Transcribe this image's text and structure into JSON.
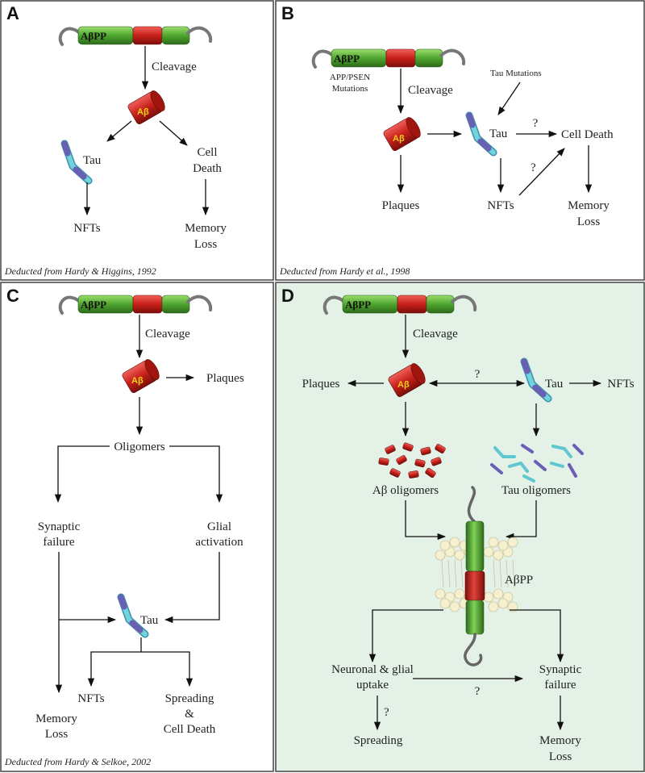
{
  "panels": {
    "A": {
      "letter": "A",
      "citation": "Deducted from Hardy & Higgins, 1992",
      "labels": {
        "cleavage": "Cleavage",
        "tau": "Tau",
        "cell_death_1": "Cell",
        "cell_death_2": "Death",
        "nfts": "NFTs",
        "memory_1": "Memory",
        "memory_2": "Loss"
      }
    },
    "B": {
      "letter": "B",
      "citation": "Deducted from Hardy et al., 1998",
      "labels": {
        "mut_1": "APP/PSEN",
        "mut_2": "Mutations",
        "cleavage": "Cleavage",
        "tau_mutations": "Tau Mutations",
        "tau": "Tau",
        "q1": "?",
        "q2": "?",
        "cell_death": "Cell Death",
        "plaques": "Plaques",
        "nfts": "NFTs",
        "memory_1": "Memory",
        "memory_2": "Loss"
      }
    },
    "C": {
      "letter": "C",
      "citation": "Deducted from Hardy & Selkoe, 2002",
      "labels": {
        "cleavage": "Cleavage",
        "plaques": "Plaques",
        "oligomers": "Oligomers",
        "syn_1": "Synaptic",
        "syn_2": "failure",
        "glial_1": "Glial",
        "glial_2": "activation",
        "tau": "Tau",
        "nfts": "NFTs",
        "spread_1": "Spreading",
        "spread_2": "&",
        "spread_3": "Cell Death",
        "memory_1": "Memory",
        "memory_2": "Loss"
      }
    },
    "D": {
      "letter": "D",
      "labels": {
        "cleavage": "Cleavage",
        "plaques": "Plaques",
        "q_top": "?",
        "tau": "Tau",
        "nfts": "NFTs",
        "ab_olig": "Aβ oligomers",
        "tau_olig": "Tau oligomers",
        "abpp": "AβPP",
        "neuro_1": "Neuronal & glial",
        "neuro_2": "uptake",
        "q_mid": "?",
        "syn_1": "Synaptic",
        "syn_2": "failure",
        "q_low": "?",
        "spreading": "Spreading",
        "memory_1": "Memory",
        "memory_2": "Loss"
      }
    }
  },
  "molecule_labels": {
    "app": "AβPP",
    "abeta": "Aβ"
  },
  "colors": {
    "panel_d_bg": "#e3f1e6",
    "app_green": "#5aad3a",
    "app_red": "#c8201a",
    "abeta_red": "#b81c16",
    "tau_cyan": "#5ec7d0",
    "tau_purple": "#6b5fb5",
    "membrane": "#f5f0cf"
  }
}
